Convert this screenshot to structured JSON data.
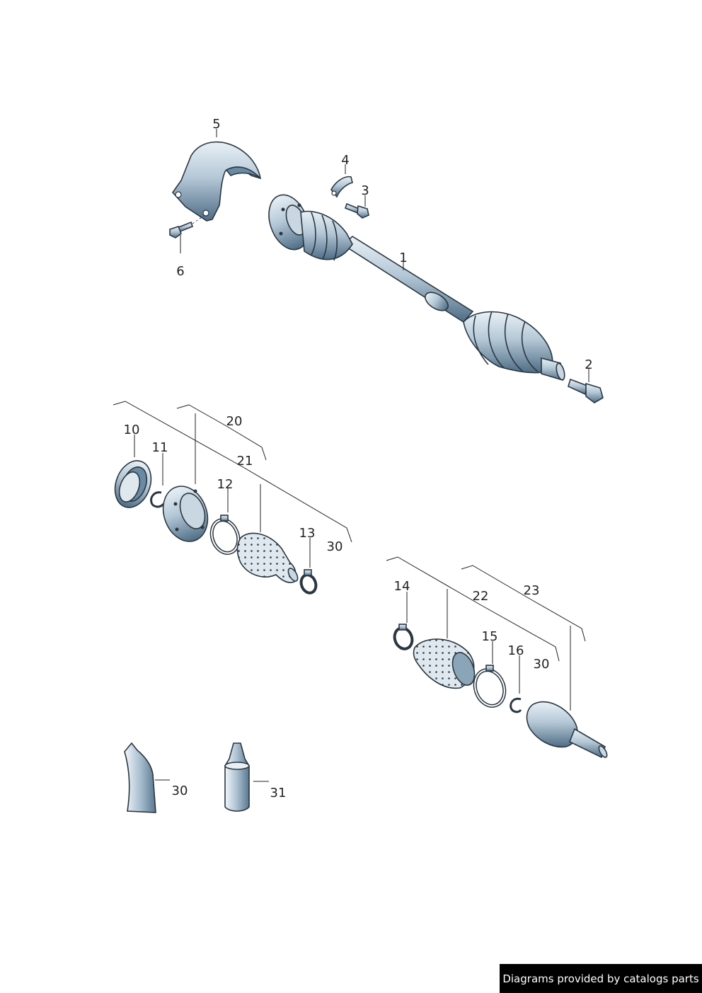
{
  "callouts": {
    "c1": "1",
    "c2": "2",
    "c3": "3",
    "c4": "4",
    "c5": "5",
    "c6": "6",
    "c10": "10",
    "c11": "11",
    "c12": "12",
    "c13": "13",
    "c14": "14",
    "c15": "15",
    "c16": "16",
    "c20": "20",
    "c21": "21",
    "c22": "22",
    "c23": "23",
    "c30a": "30",
    "c30b": "30",
    "c30c": "30",
    "c31": "31"
  },
  "credit": "Diagrams provided by catalogs parts",
  "colors": {
    "metal_light": "#e8f0f6",
    "metal_mid": "#9bb3c7",
    "metal_dark": "#4f6d86",
    "outline": "#2a3640",
    "credit_bg": "#000000"
  }
}
